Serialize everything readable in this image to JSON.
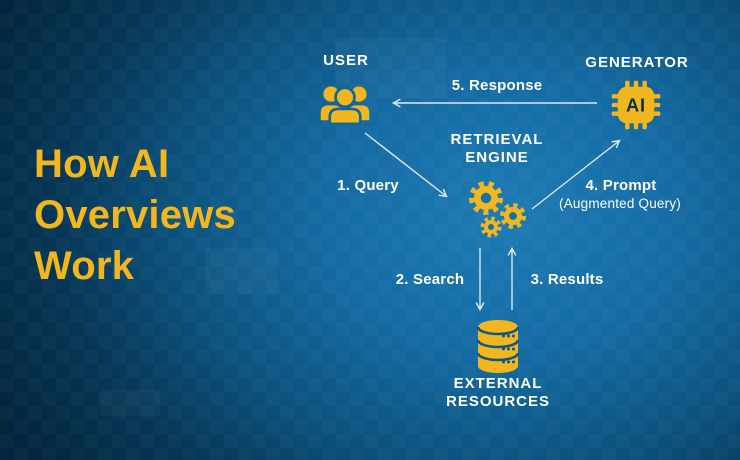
{
  "heading": {
    "line1": "How AI",
    "line2": "Overviews",
    "line3": "Work"
  },
  "diagram": {
    "nodes": {
      "user": {
        "label": "USER",
        "icon": "users-group-icon"
      },
      "retrieval_engine": {
        "label_line1": "RETRIEVAL",
        "label_line2": "ENGINE",
        "icon": "gears-icon"
      },
      "generator": {
        "label": "GENERATOR",
        "icon": "ai-chip-icon",
        "icon_text": "AI"
      },
      "external_resources": {
        "label_line1": "EXTERNAL",
        "label_line2": "RESOURCES",
        "icon": "database-icon"
      }
    },
    "edges": {
      "query": {
        "label": "1. Query",
        "from": "user",
        "to": "retrieval_engine"
      },
      "search": {
        "label": "2. Search",
        "from": "retrieval_engine",
        "to": "external_resources"
      },
      "results": {
        "label": "3. Results",
        "from": "external_resources",
        "to": "retrieval_engine"
      },
      "prompt": {
        "label": "4. Prompt",
        "sublabel": "(Augmented Query)",
        "from": "retrieval_engine",
        "to": "generator"
      },
      "response": {
        "label": "5. Response",
        "from": "generator",
        "to": "user"
      }
    }
  },
  "colors": {
    "accent_gold": "#F2B61E",
    "background_center": "#1B76B1",
    "background_edge": "#03273E",
    "label_text": "#FFFFFF",
    "arrow": "#DFE7ED",
    "icon_detail_dark": "#0A3050"
  }
}
